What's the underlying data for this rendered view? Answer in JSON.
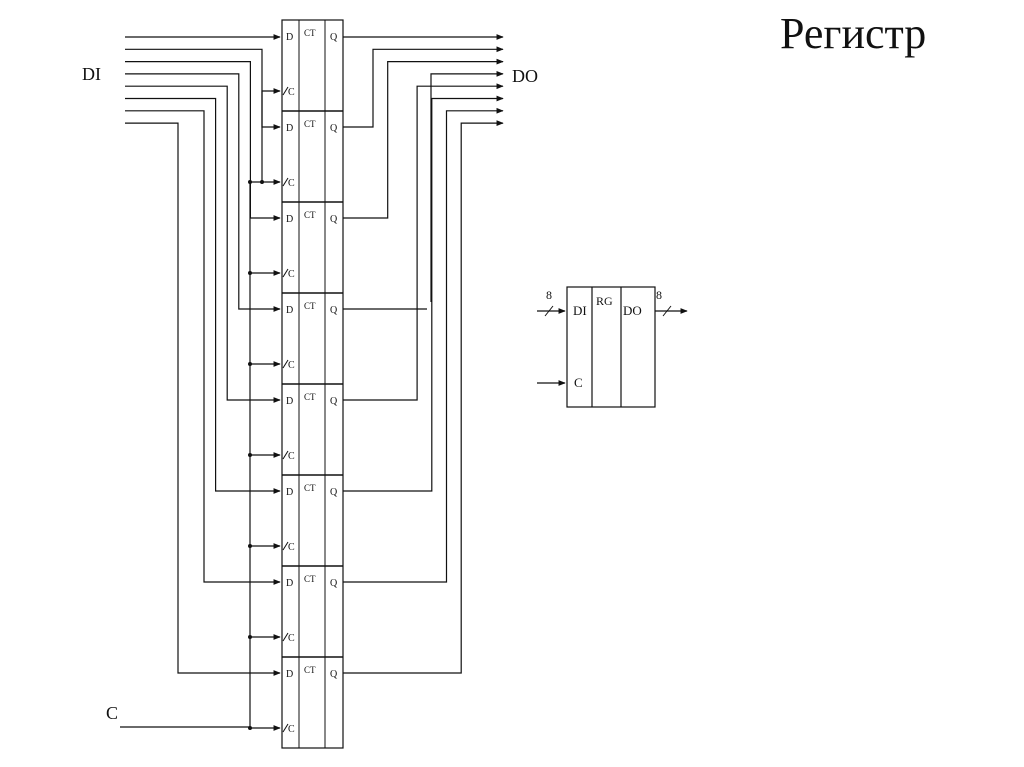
{
  "title": "Регистр",
  "labels": {
    "di": "DI",
    "do": "DO",
    "c": "C"
  },
  "cell": {
    "d": "D",
    "ct": "CT",
    "q": "Q",
    "c": "C"
  },
  "bits": 8,
  "symbol": {
    "di": "DI",
    "rg": "RG",
    "do": "DO",
    "c": "C",
    "bus_in_width": "8",
    "bus_out_width": "8"
  }
}
